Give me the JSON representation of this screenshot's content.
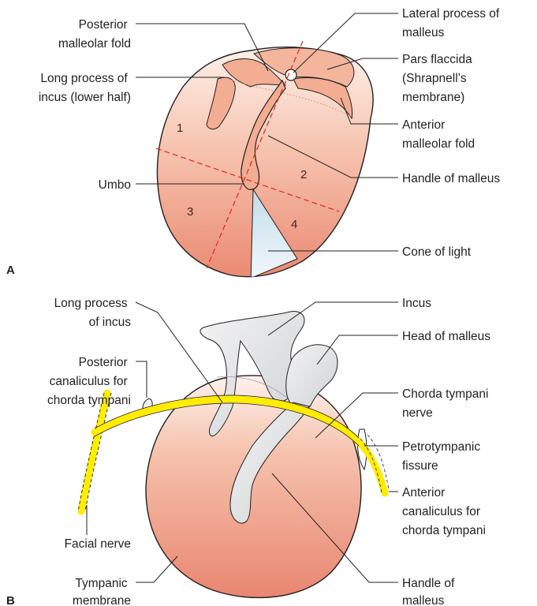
{
  "panel_a": {
    "letter": "A",
    "quadrants": [
      "1",
      "2",
      "3",
      "4"
    ],
    "labels": {
      "posterior_malleolar_fold": [
        "Posterior",
        "malleolar fold"
      ],
      "long_process_incus_lower": [
        "Long process of",
        "incus (lower half)"
      ],
      "umbo": [
        "Umbo"
      ],
      "lateral_process_malleus": [
        "Lateral process of",
        "malleus"
      ],
      "pars_flaccida": [
        "Pars flaccida",
        "(Shrapnell’s",
        "membrane)"
      ],
      "anterior_malleolar_fold": [
        "Anterior",
        "malleolar fold"
      ],
      "handle_of_malleus": [
        "Handle of malleus"
      ],
      "cone_of_light": [
        "Cone of light"
      ]
    }
  },
  "panel_b": {
    "letter": "B",
    "labels": {
      "long_process_incus": [
        "Long process",
        "of incus"
      ],
      "posterior_canaliculus": [
        "Posterior",
        "canaliculus for",
        "chorda tympani"
      ],
      "facial_nerve": [
        "Facial nerve"
      ],
      "tympanic_membrane": [
        "Tympanic",
        "membrane"
      ],
      "incus": [
        "Incus"
      ],
      "head_of_malleus": [
        "Head of malleus"
      ],
      "chorda_tympani_nerve": [
        "Chorda tympani",
        "nerve"
      ],
      "petrotympanic_fissure": [
        "Petrotympanic",
        "fissure"
      ],
      "anterior_canaliculus": [
        "Anterior",
        "canaliculus for",
        "chorda tympani"
      ],
      "handle_of_malleus": [
        "Handle of",
        "malleus"
      ]
    }
  },
  "colors": {
    "membrane_light": "#fbe3d8",
    "membrane_dark": "#ec9078",
    "fold": "#f3b49c",
    "dashed_line": "#e0261f",
    "cone_of_light": "#cfe3ee",
    "ossicle": "#e2e3e4",
    "nerve": "#ffec00",
    "outline": "#231f20"
  }
}
